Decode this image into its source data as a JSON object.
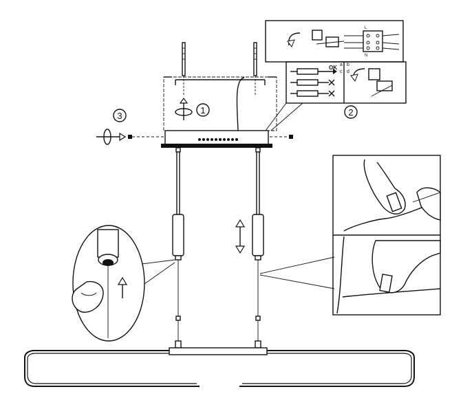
{
  "steps": {
    "step1": "1",
    "step2": "2",
    "step3": "3"
  },
  "inset_wiring": {
    "ok": "OK",
    "letter_a": "a",
    "letter_b": "b",
    "letter_c": "c",
    "letter_d": "d",
    "terminal_l": "L",
    "terminal_n": "N"
  }
}
